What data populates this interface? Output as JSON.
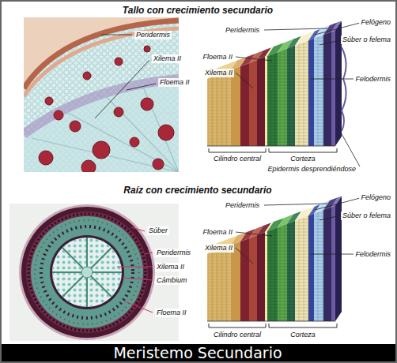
{
  "diagram": {
    "caption": "Meristemo Secundario",
    "labels": [
      "Tallo con crecimiento secundario",
      "Peridermis",
      "Xilema II",
      "Floema II",
      "Peridermis",
      "Felógeno",
      "Súber o felema",
      "Floema II",
      "Xilema II",
      "Felodermis",
      "Cilindro central",
      "Corteza",
      "Epidermis desprendiéndose",
      "Raíz con crecimiento secundario",
      "Felógeno",
      "Peridermis",
      "Súber o felema",
      "Súber",
      "Floema II",
      "Xilema II",
      "Peridermis",
      "Felodermis",
      "Xilema II",
      "Cámbium",
      "Floema II",
      "Cilindro central",
      "Corteza"
    ]
  }
}
